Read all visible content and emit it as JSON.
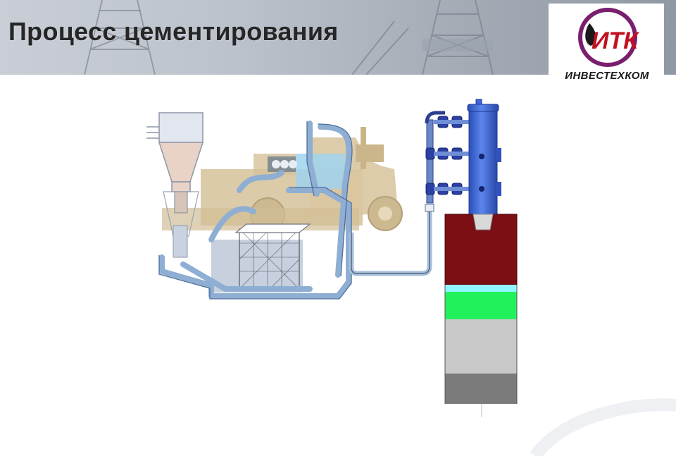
{
  "slide": {
    "title": "Процесс цементирования"
  },
  "logo": {
    "monogram": "ИТК",
    "company": "ИНВЕСТЕХКОМ",
    "ring_color": "#7a1f6e",
    "drop_color": "#1a1a1a"
  },
  "colors": {
    "casing_brown": "#7a0f14",
    "cyan_layer": "#8ff7ff",
    "green_layer": "#21f25c",
    "light_gray_layer": "#c8c8c8",
    "dark_gray_layer": "#7b7b7b",
    "cement_head_blue": "#3d64d8",
    "truck_tan": "#d6c29a"
  }
}
